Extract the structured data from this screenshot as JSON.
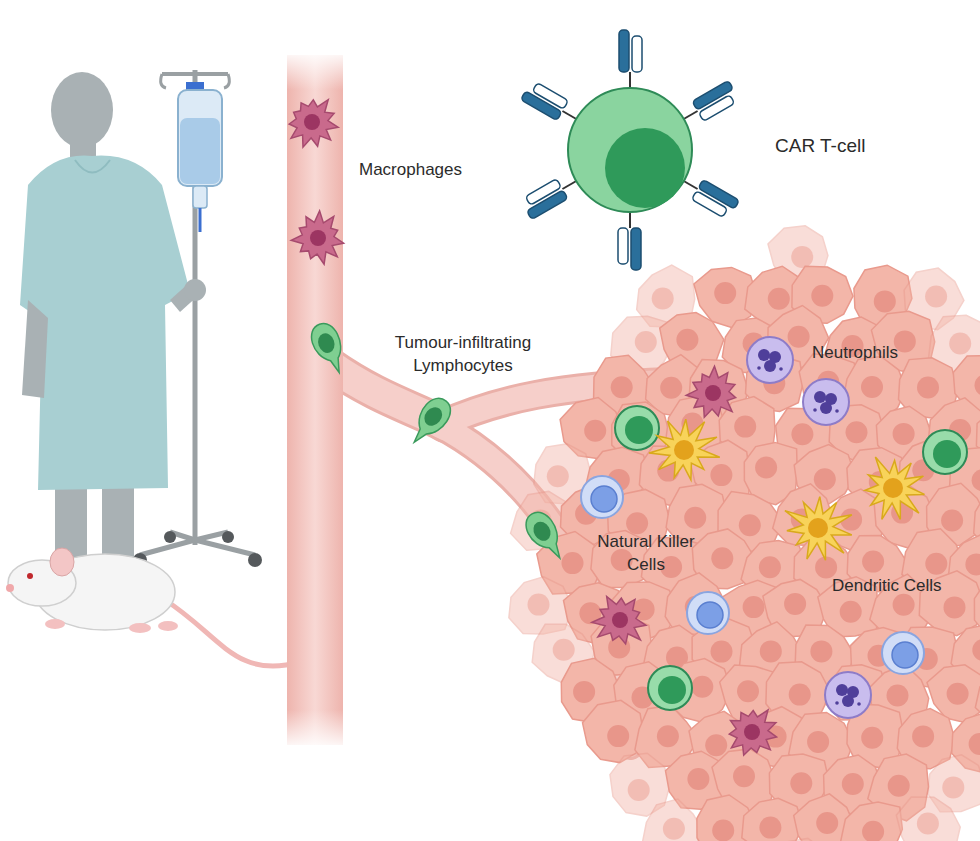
{
  "diagram": {
    "labels": [
      "Macrophages",
      "CAR T-cell",
      "Tumour-infiltrating Lymphocytes",
      "Neutrophils",
      "Natural Killer Cells",
      "Dendritic Cells"
    ]
  }
}
